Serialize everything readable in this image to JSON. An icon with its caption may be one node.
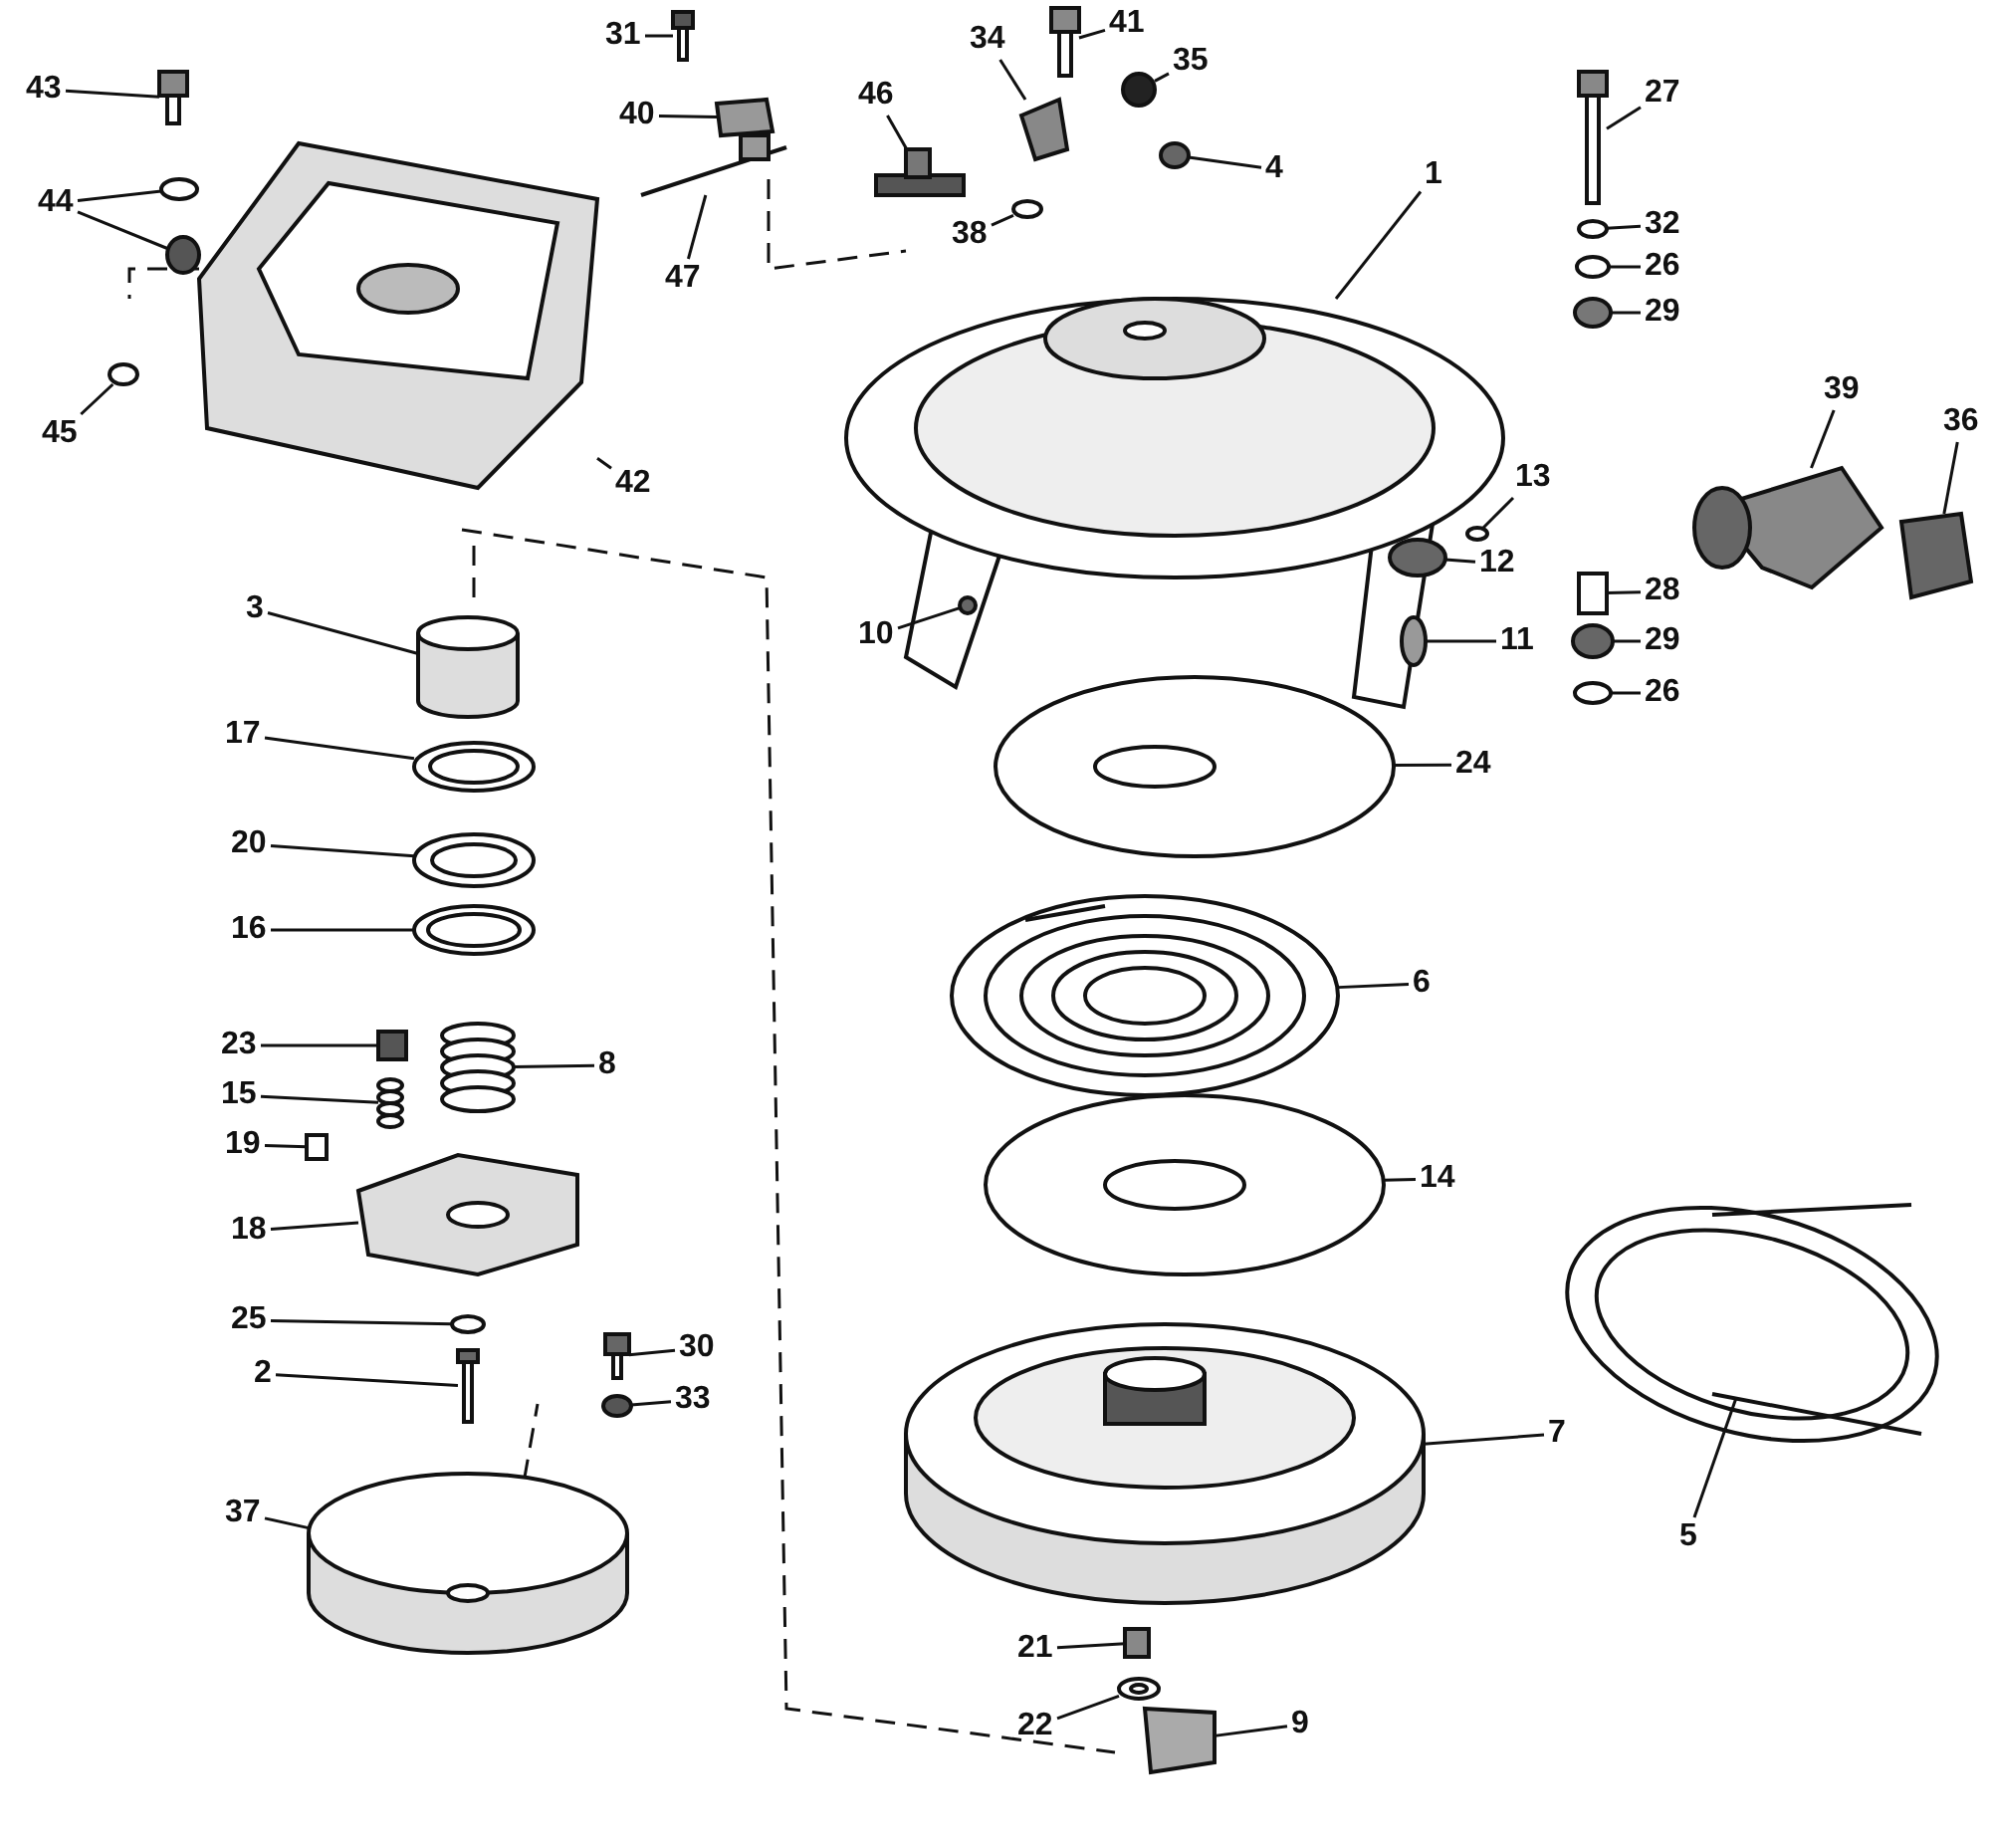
{
  "diagram": {
    "nodes": [
      {
        "text": [
          "43"
        ]
      },
      {
        "text": [
          "31"
        ]
      },
      {
        "text": [
          "40"
        ]
      },
      {
        "text": [
          "34"
        ]
      },
      {
        "text": [
          "41"
        ]
      },
      {
        "text": [
          "35"
        ]
      },
      {
        "text": [
          "46"
        ]
      },
      {
        "text": [
          "4"
        ]
      },
      {
        "text": [
          "27"
        ]
      },
      {
        "text": [
          "1"
        ]
      },
      {
        "text": [
          "32"
        ]
      },
      {
        "text": [
          "47"
        ]
      },
      {
        "text": [
          "38"
        ]
      },
      {
        "text": [
          "26"
        ]
      },
      {
        "text": [
          "29"
        ]
      },
      {
        "text": [
          "44"
        ]
      },
      {
        "text": [
          "45"
        ]
      },
      {
        "text": [
          "42"
        ]
      },
      {
        "text": [
          "39"
        ]
      },
      {
        "text": [
          "36"
        ]
      },
      {
        "text": [
          "13"
        ]
      },
      {
        "text": [
          "12"
        ]
      },
      {
        "text": [
          "10"
        ]
      },
      {
        "text": [
          "28"
        ]
      },
      {
        "text": [
          "3"
        ]
      },
      {
        "text": [
          "11"
        ]
      },
      {
        "text": [
          "29"
        ]
      },
      {
        "text": [
          "26"
        ]
      },
      {
        "text": [
          "17"
        ]
      },
      {
        "text": [
          "24"
        ]
      },
      {
        "text": [
          "20"
        ]
      },
      {
        "text": [
          "16"
        ]
      },
      {
        "text": [
          "6"
        ]
      },
      {
        "text": [
          "23"
        ]
      },
      {
        "text": [
          "8"
        ]
      },
      {
        "text": [
          "15"
        ]
      },
      {
        "text": [
          "19"
        ]
      },
      {
        "text": [
          "18"
        ]
      },
      {
        "text": [
          "14"
        ]
      },
      {
        "text": [
          "25"
        ]
      },
      {
        "text": [
          "30"
        ]
      },
      {
        "text": [
          "2"
        ]
      },
      {
        "text": [
          "33"
        ]
      },
      {
        "text": [
          "37"
        ]
      },
      {
        "text": [
          "7"
        ]
      },
      {
        "text": [
          "5"
        ]
      },
      {
        "text": [
          "21"
        ]
      },
      {
        "text": [
          "22"
        ]
      },
      {
        "text": [
          "9"
        ]
      },
      {
        "text": [],
        "shape": "picture"
      },
      {
        "text": [],
        "shape": "picture"
      },
      {
        "text": [],
        "shape": "box"
      },
      {
        "text": [],
        "shape": "box"
      },
      {
        "text": [],
        "shape": "picture"
      },
      {
        "text": [],
        "shape": "circle"
      },
      {
        "text": [],
        "shape": "picture"
      },
      {
        "text": [],
        "shape": "circle"
      },
      {
        "text": [],
        "shape": "picture"
      },
      {
        "text": [],
        "shape": "picture"
      },
      {
        "text": [],
        "shape": "circle"
      },
      {
        "text": [],
        "shape": "picture"
      },
      {
        "text": [],
        "shape": "circle"
      },
      {
        "text": [],
        "shape": "circle"
      },
      {
        "text": [],
        "shape": "circle"
      },
      {
        "text": [],
        "shape": "circle"
      },
      {
        "text": [],
        "shape": "circle"
      },
      {
        "text": [],
        "shape": "circle"
      },
      {
        "text": [],
        "shape": "picture"
      },
      {
        "text": [],
        "shape": "picture"
      },
      {
        "text": [],
        "shape": "box"
      },
      {
        "text": [],
        "shape": "circle"
      },
      {
        "text": [],
        "shape": "circle"
      },
      {
        "text": [],
        "shape": "circle"
      },
      {
        "text": [],
        "shape": "box"
      },
      {
        "text": [],
        "shape": "cylinder"
      },
      {
        "text": [],
        "shape": "circle"
      },
      {
        "text": [],
        "shape": "circle"
      },
      {
        "text": [],
        "shape": "circle"
      },
      {
        "text": [],
        "shape": "circle"
      },
      {
        "text": [],
        "shape": "circle"
      },
      {
        "text": [],
        "shape": "circle"
      },
      {
        "text": [],
        "shape": "circle"
      },
      {
        "text": [],
        "shape": "picture"
      },
      {
        "text": [],
        "shape": "box"
      },
      {
        "text": [],
        "shape": "picture"
      },
      {
        "text": [],
        "shape": "picture"
      },
      {
        "text": [],
        "shape": "box"
      },
      {
        "text": [],
        "shape": "picture"
      },
      {
        "text": [],
        "shape": "circle"
      },
      {
        "text": [],
        "shape": "circle"
      },
      {
        "text": [],
        "shape": "picture"
      },
      {
        "text": [],
        "shape": "picture"
      },
      {
        "text": [],
        "shape": "circle"
      },
      {
        "text": [],
        "shape": "cylinder"
      },
      {
        "text": [],
        "shape": "picture"
      },
      {
        "text": [],
        "shape": "picture"
      },
      {
        "text": [],
        "shape": "box"
      },
      {
        "text": [],
        "shape": "circle"
      },
      {
        "text": [],
        "shape": "box"
      }
    ],
    "edges": [
      {
        "from": 0,
        "to": 49,
        "arrow": "none"
      },
      {
        "from": 1,
        "to": 50,
        "arrow": "none"
      },
      {
        "from": 2,
        "to": 51,
        "arrow": "none"
      },
      {
        "from": 3,
        "to": 52,
        "arrow": "none"
      },
      {
        "from": 4,
        "to": 53,
        "arrow": "none"
      },
      {
        "from": 5,
        "to": 54,
        "arrow": "none"
      },
      {
        "from": 6,
        "to": 55,
        "arrow": "none"
      },
      {
        "from": 7,
        "to": 56,
        "arrow": "none"
      },
      {
        "from": 8,
        "to": 57,
        "arrow": "none"
      },
      {
        "from": 9,
        "to": 58,
        "arrow": "none"
      },
      {
        "from": 10,
        "to": 59,
        "arrow": "none"
      },
      {
        "from": 11,
        "to": 60,
        "arrow": "none"
      },
      {
        "from": 12,
        "to": 61,
        "arrow": "none"
      },
      {
        "from": 13,
        "to": 62,
        "arrow": "none"
      },
      {
        "from": 14,
        "to": 63,
        "arrow": "none"
      },
      {
        "from": 15,
        "to": 64,
        "arrow": "none"
      },
      {
        "from": 15,
        "to": 65,
        "arrow": "none"
      },
      {
        "from": 16,
        "to": 66,
        "arrow": "none"
      },
      {
        "from": 17,
        "to": 67,
        "arrow": "none"
      },
      {
        "from": 18,
        "to": 68,
        "arrow": "none"
      },
      {
        "from": 19,
        "to": 69,
        "arrow": "none"
      },
      {
        "from": 20,
        "to": 70,
        "arrow": "none"
      },
      {
        "from": 21,
        "to": 71,
        "arrow": "none"
      },
      {
        "from": 22,
        "to": 72,
        "arrow": "none"
      },
      {
        "from": 23,
        "to": 73,
        "arrow": "none"
      },
      {
        "from": 24,
        "to": 74,
        "arrow": "none"
      },
      {
        "from": 25,
        "to": 75,
        "arrow": "none"
      },
      {
        "from": 26,
        "to": 76,
        "arrow": "none"
      },
      {
        "from": 27,
        "to": 77,
        "arrow": "none"
      },
      {
        "from": 28,
        "to": 78,
        "arrow": "none"
      },
      {
        "from": 29,
        "to": 79,
        "arrow": "none"
      },
      {
        "from": 30,
        "to": 80,
        "arrow": "none"
      },
      {
        "from": 31,
        "to": 81,
        "arrow": "none"
      },
      {
        "from": 32,
        "to": 82,
        "arrow": "none"
      },
      {
        "from": 33,
        "to": 83,
        "arrow": "none"
      },
      {
        "from": 34,
        "to": 84,
        "arrow": "none"
      },
      {
        "from": 35,
        "to": 85,
        "arrow": "none"
      },
      {
        "from": 36,
        "to": 86,
        "arrow": "none"
      },
      {
        "from": 37,
        "to": 87,
        "arrow": "none"
      },
      {
        "from": 38,
        "to": 88,
        "arrow": "none"
      },
      {
        "from": 39,
        "to": 89,
        "arrow": "none"
      },
      {
        "from": 40,
        "to": 90,
        "arrow": "none"
      },
      {
        "from": 41,
        "to": 91,
        "arrow": "none"
      },
      {
        "from": 42,
        "to": 92,
        "arrow": "none"
      },
      {
        "from": 43,
        "to": 93,
        "arrow": "none"
      },
      {
        "from": 44,
        "to": 94,
        "arrow": "none"
      },
      {
        "from": 45,
        "to": 95,
        "arrow": "none"
      },
      {
        "from": 46,
        "to": 96,
        "arrow": "none"
      },
      {
        "from": 47,
        "to": 97,
        "arrow": "none"
      },
      {
        "from": 48,
        "to": 98,
        "arrow": "none"
      }
    ]
  }
}
